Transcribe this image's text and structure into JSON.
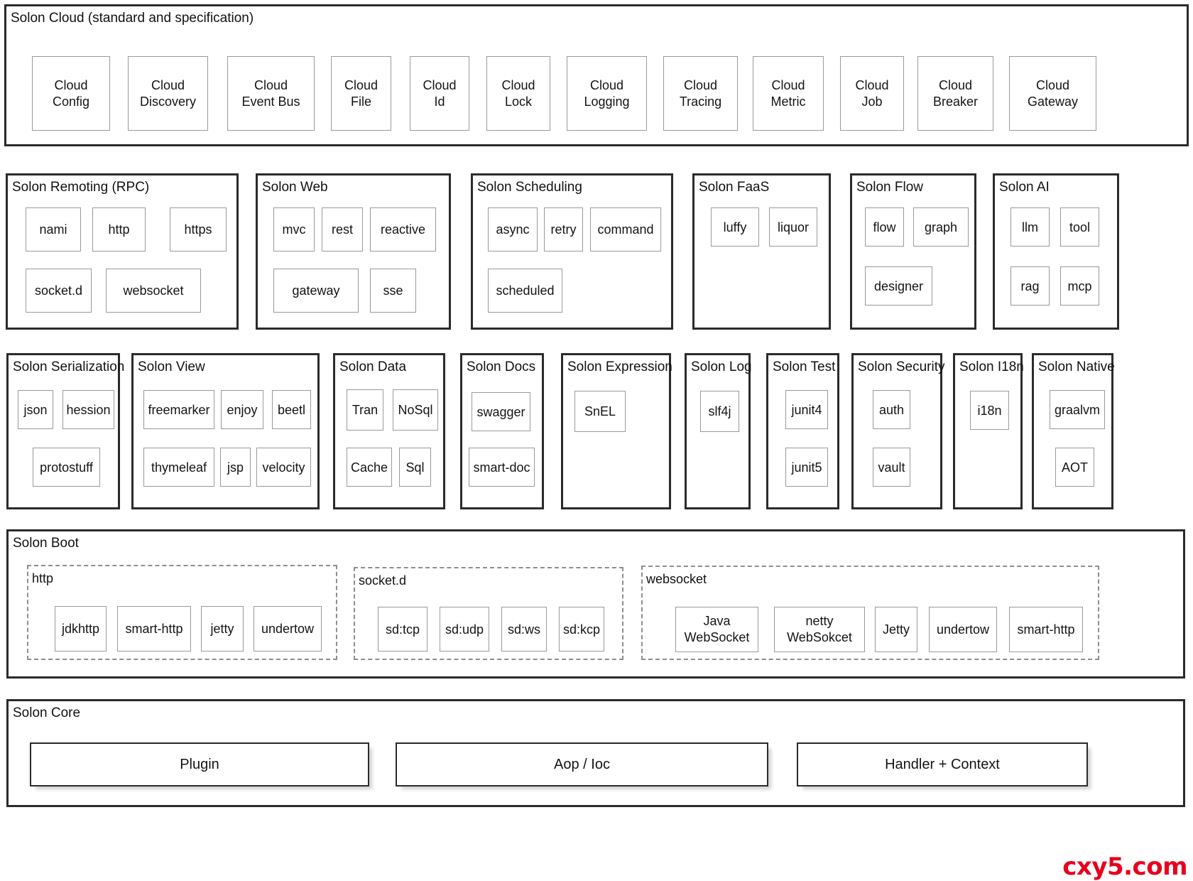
{
  "diagram": {
    "watermark": "cxy5.com",
    "sections": [
      {
        "id": "solon-cloud",
        "title": "Solon Cloud (standard and specification)",
        "items": [
          "Cloud\nConfig",
          "Cloud\nDiscovery",
          "Cloud\nEvent Bus",
          "Cloud\nFile",
          "Cloud\nId",
          "Cloud\nLock",
          "Cloud\nLogging",
          "Cloud\nTracing",
          "Cloud\nMetric",
          "Cloud\nJob",
          "Cloud\nBreaker",
          "Cloud\nGateway"
        ]
      },
      {
        "id": "solon-remoting",
        "title": "Solon Remoting (RPC)",
        "items": [
          "nami",
          "http",
          "https",
          "socket.d",
          "websocket"
        ]
      },
      {
        "id": "solon-web",
        "title": "Solon Web",
        "items": [
          "mvc",
          "rest",
          "reactive",
          "gateway",
          "sse"
        ]
      },
      {
        "id": "solon-scheduling",
        "title": "Solon Scheduling",
        "items": [
          "async",
          "retry",
          "command",
          "scheduled"
        ]
      },
      {
        "id": "solon-faas",
        "title": "Solon FaaS",
        "items": [
          "luffy",
          "liquor"
        ]
      },
      {
        "id": "solon-flow",
        "title": "Solon Flow",
        "items": [
          "flow",
          "graph",
          "designer"
        ]
      },
      {
        "id": "solon-ai",
        "title": "Solon AI",
        "items": [
          "llm",
          "tool",
          "rag",
          "mcp"
        ]
      },
      {
        "id": "solon-serialization",
        "title": "Solon Serialization",
        "items": [
          "json",
          "hession",
          "protostuff"
        ]
      },
      {
        "id": "solon-view",
        "title": "Solon View",
        "items": [
          "freemarker",
          "enjoy",
          "beetl",
          "thymeleaf",
          "jsp",
          "velocity"
        ]
      },
      {
        "id": "solon-data",
        "title": "Solon Data",
        "items": [
          "Tran",
          "NoSql",
          "Cache",
          "Sql"
        ]
      },
      {
        "id": "solon-docs",
        "title": "Solon Docs",
        "items": [
          "swagger",
          "smart-doc"
        ]
      },
      {
        "id": "solon-expression",
        "title": "Solon Expression",
        "items": [
          "SnEL"
        ]
      },
      {
        "id": "solon-log",
        "title": "Solon Log",
        "items": [
          "slf4j"
        ]
      },
      {
        "id": "solon-test",
        "title": "Solon Test",
        "items": [
          "junit4",
          "junit5"
        ]
      },
      {
        "id": "solon-security",
        "title": "Solon Security",
        "items": [
          "auth",
          "vault"
        ]
      },
      {
        "id": "solon-i18n",
        "title": "Solon I18n",
        "items": [
          "i18n"
        ]
      },
      {
        "id": "solon-native",
        "title": "Solon Native",
        "items": [
          "graalvm",
          "AOT"
        ]
      },
      {
        "id": "solon-boot",
        "title": "Solon Boot",
        "groups": [
          {
            "id": "boot-http",
            "title": "http",
            "items": [
              "jdkhttp",
              "smart-http",
              "jetty",
              "undertow"
            ]
          },
          {
            "id": "boot-socketd",
            "title": "socket.d",
            "items": [
              "sd:tcp",
              "sd:udp",
              "sd:ws",
              "sd:kcp"
            ]
          },
          {
            "id": "boot-websocket",
            "title": "websocket",
            "items": [
              "Java\nWebSocket",
              "netty\nWebSokcet",
              "Jetty",
              "undertow",
              "smart-http"
            ]
          }
        ]
      },
      {
        "id": "solon-core",
        "title": "Solon Core",
        "items": [
          "Plugin",
          "Aop / Ioc",
          "Handler + Context"
        ]
      }
    ],
    "colors": {
      "panel_border": "#2b2b2b",
      "module_border": "#9a9a9a",
      "dash_border": "#8e8e8e",
      "text": "#141414",
      "watermark": "#e8001c",
      "background": "#ffffff"
    }
  }
}
